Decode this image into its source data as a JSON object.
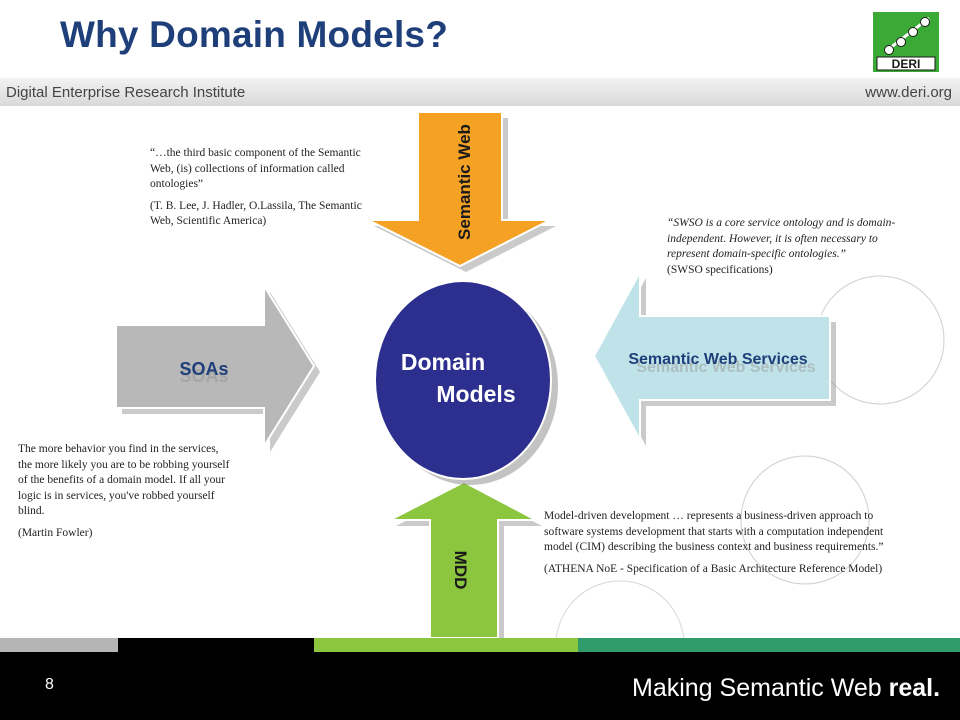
{
  "slide": {
    "title": "Why Domain Models?",
    "page_number": "8"
  },
  "header": {
    "institute": "Digital Enterprise Research Institute",
    "website": "www.deri.org"
  },
  "logo": {
    "text": "DERI"
  },
  "diagram": {
    "center_line1": "Domain",
    "center_line2": "Models",
    "arrows": {
      "semantic_web": "Semantic Web",
      "soas": "SOAs",
      "semantic_web_services": "Semantic Web Services",
      "mdd": "MDD"
    }
  },
  "quotes": {
    "semantic_web_quote": "“…the third basic component of the Semantic Web, (is) collections of information called ontologies”",
    "semantic_web_source": "(T. B. Lee, J. Hadler, O.Lassila, The Semantic Web, Scientific America)",
    "swso_quote": "“SWSO is a core service ontology and is domain-independent.  However, it is often necessary to represent domain-specific ontologies.”",
    "swso_source": "(SWSO specifications)",
    "fowler_quote": "The more behavior you find in the services, the more likely you are to be robbing yourself of the benefits of a domain model. If all your logic is in services, you've robbed yourself blind.",
    "fowler_source": "(Martin Fowler)",
    "mdd_quote": "Model-driven development … represents a business-driven approach to software systems development that starts with a computation independent model (CIM) describing the business context and business requirements.”",
    "mdd_source": "(ATHENA NoE - Specification of a Basic Architecture Reference Model)"
  },
  "footer": {
    "tagline_prefix": "Making Semantic Web ",
    "tagline_bold": "real."
  },
  "colors": {
    "title": "#1f3f7a",
    "semantic_web_arrow": "#f4a124",
    "soas_arrow": "#b8b8b8",
    "sws_arrow": "#bfe3e8",
    "mdd_arrow": "#8cc63f",
    "domain_circle": "#2d2f8e",
    "logo_green": "#3aa935"
  }
}
